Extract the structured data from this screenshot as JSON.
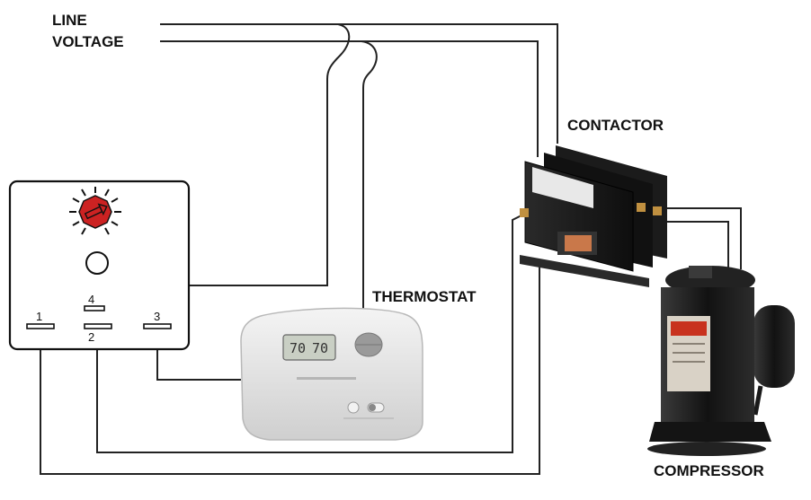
{
  "labels": {
    "line_voltage_1": "LINE",
    "line_voltage_2": "VOLTAGE",
    "contactor": "CONTACTOR",
    "thermostat": "THERMOSTAT",
    "compressor": "COMPRESSOR"
  },
  "control_box": {
    "terminals": [
      "1",
      "2",
      "3",
      "4"
    ]
  },
  "thermostat": {
    "display_left": "70",
    "display_right": "70"
  },
  "colors": {
    "wire": "#222222",
    "knob": "#cc2222",
    "contactor_body": "#1a1a1a",
    "compressor_body": "#1c1c1c",
    "thermostat_body": "#e4e4e4"
  }
}
